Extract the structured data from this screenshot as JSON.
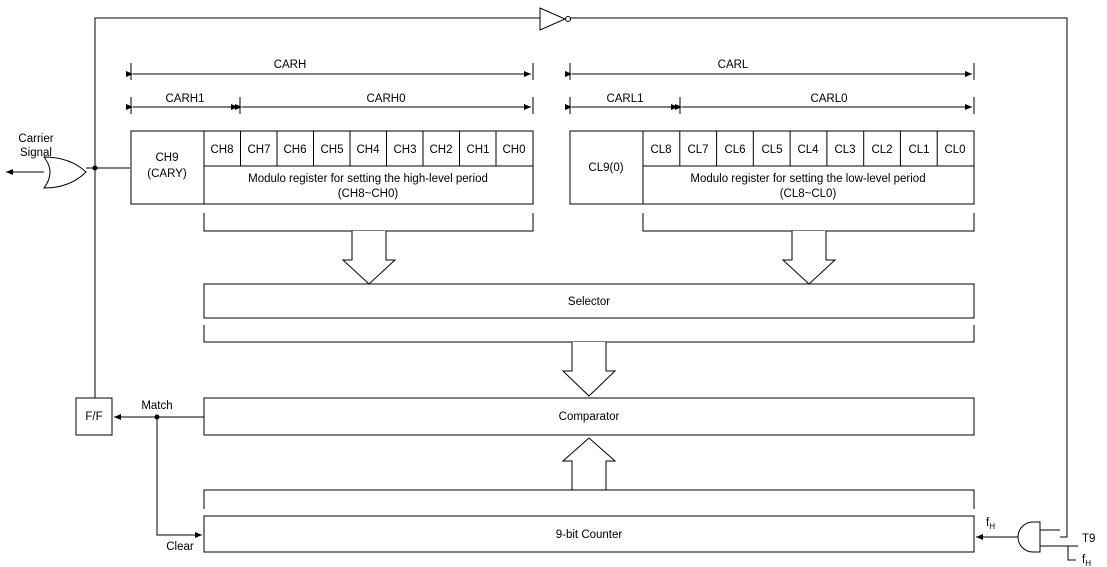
{
  "carrier_signal": {
    "line1": "Carrier",
    "line2": "Signal"
  },
  "high": {
    "bus": "CARH",
    "sub1": "CARH1",
    "sub0": "CARH0",
    "ch9": {
      "line1": "CH9",
      "line2": "(CARY)"
    },
    "bits": [
      "CH8",
      "CH7",
      "CH6",
      "CH5",
      "CH4",
      "CH3",
      "CH2",
      "CH1",
      "CH0"
    ],
    "desc1": "Modulo register for setting the high-level period",
    "desc2": "(CH8~CH0)"
  },
  "low": {
    "bus": "CARL",
    "sub1": "CARL1",
    "sub0": "CARL0",
    "cl9": "CL9(0)",
    "bits": [
      "CL8",
      "CL7",
      "CL6",
      "CL5",
      "CL4",
      "CL3",
      "CL2",
      "CL1",
      "CL0"
    ],
    "desc1": "Modulo register for setting the low-level period",
    "desc2": "(CL8~CL0)"
  },
  "selector": "Selector",
  "comparator": "Comparator",
  "counter": "9-bit Counter",
  "ff": "F/F",
  "match": "Match",
  "clear": "Clear",
  "fh_main": "f",
  "fh_sub": "H",
  "t9": "T9"
}
